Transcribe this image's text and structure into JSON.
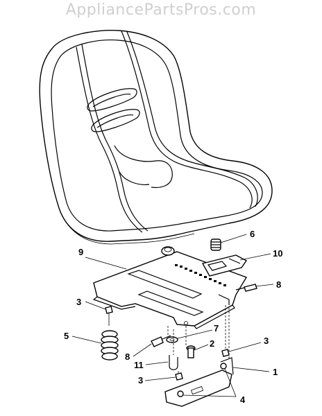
{
  "watermark": "AppliancePartsPros.com",
  "callouts": [
    {
      "id": "c1",
      "label": "1"
    },
    {
      "id": "c2",
      "label": "2"
    },
    {
      "id": "c3a",
      "label": "3"
    },
    {
      "id": "c3b",
      "label": "3"
    },
    {
      "id": "c3c",
      "label": "3"
    },
    {
      "id": "c4",
      "label": "4"
    },
    {
      "id": "c5",
      "label": "5"
    },
    {
      "id": "c6",
      "label": "6"
    },
    {
      "id": "c7",
      "label": "7"
    },
    {
      "id": "c8a",
      "label": "8"
    },
    {
      "id": "c8b",
      "label": "8"
    },
    {
      "id": "c9",
      "label": "9"
    },
    {
      "id": "c10",
      "label": "10"
    },
    {
      "id": "c11",
      "label": "11"
    }
  ]
}
